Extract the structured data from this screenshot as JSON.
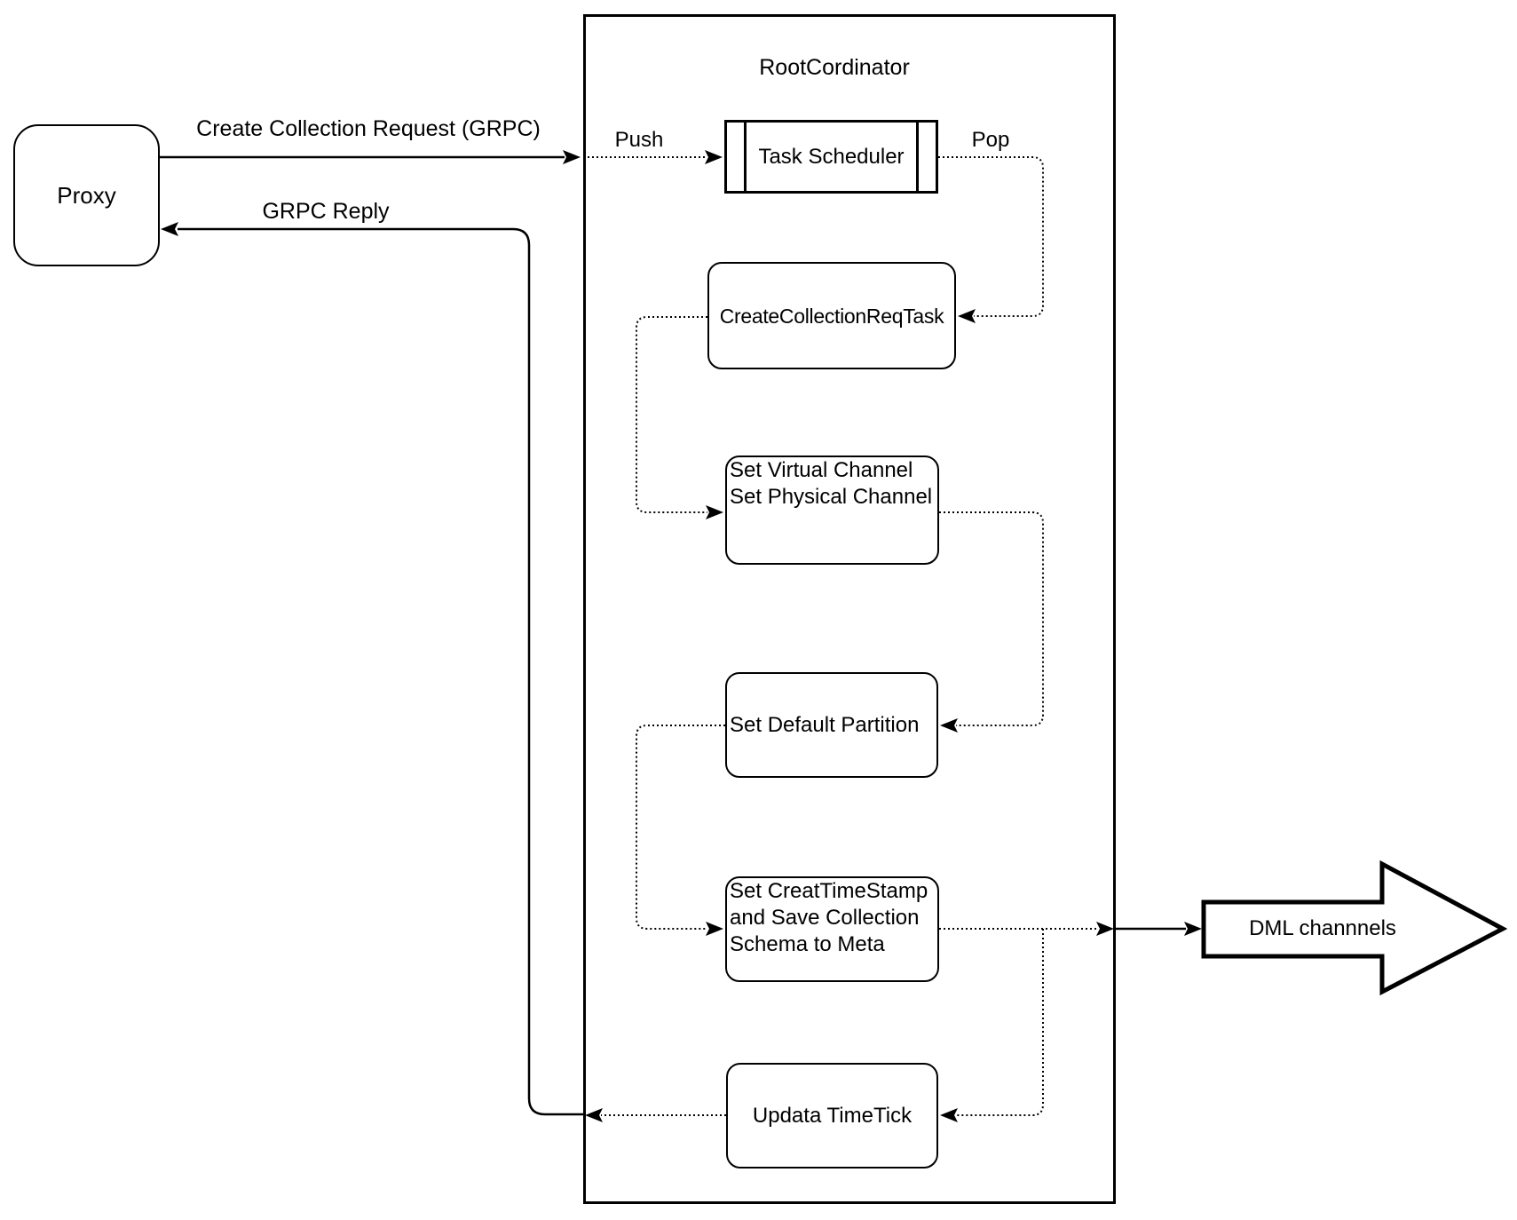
{
  "diagram": {
    "proxy_label": "Proxy",
    "container_title": "RootCordinator",
    "boxes": {
      "task_scheduler": "Task Scheduler",
      "create_collection_req_task": "CreateCollectionReqTask",
      "set_channels": {
        "lines": [
          "Set Virtual Channel",
          "Set Physical Channel"
        ]
      },
      "set_default_partition": "Set Default Partition",
      "set_creat_timestamp": {
        "lines": [
          "Set CreatTimeStamp",
          "and Save Collection",
          "Schema to Meta"
        ]
      },
      "updata_timetick": "Updata TimeTick"
    },
    "edge_labels": {
      "create_collection_request": "Create Collection Request (GRPC)",
      "grpc_reply": "GRPC Reply",
      "push": "Push",
      "pop": "Pop"
    },
    "dml_arrow_label": "DML channnels",
    "colors": {
      "stroke": "#000000",
      "background": "#ffffff"
    }
  }
}
